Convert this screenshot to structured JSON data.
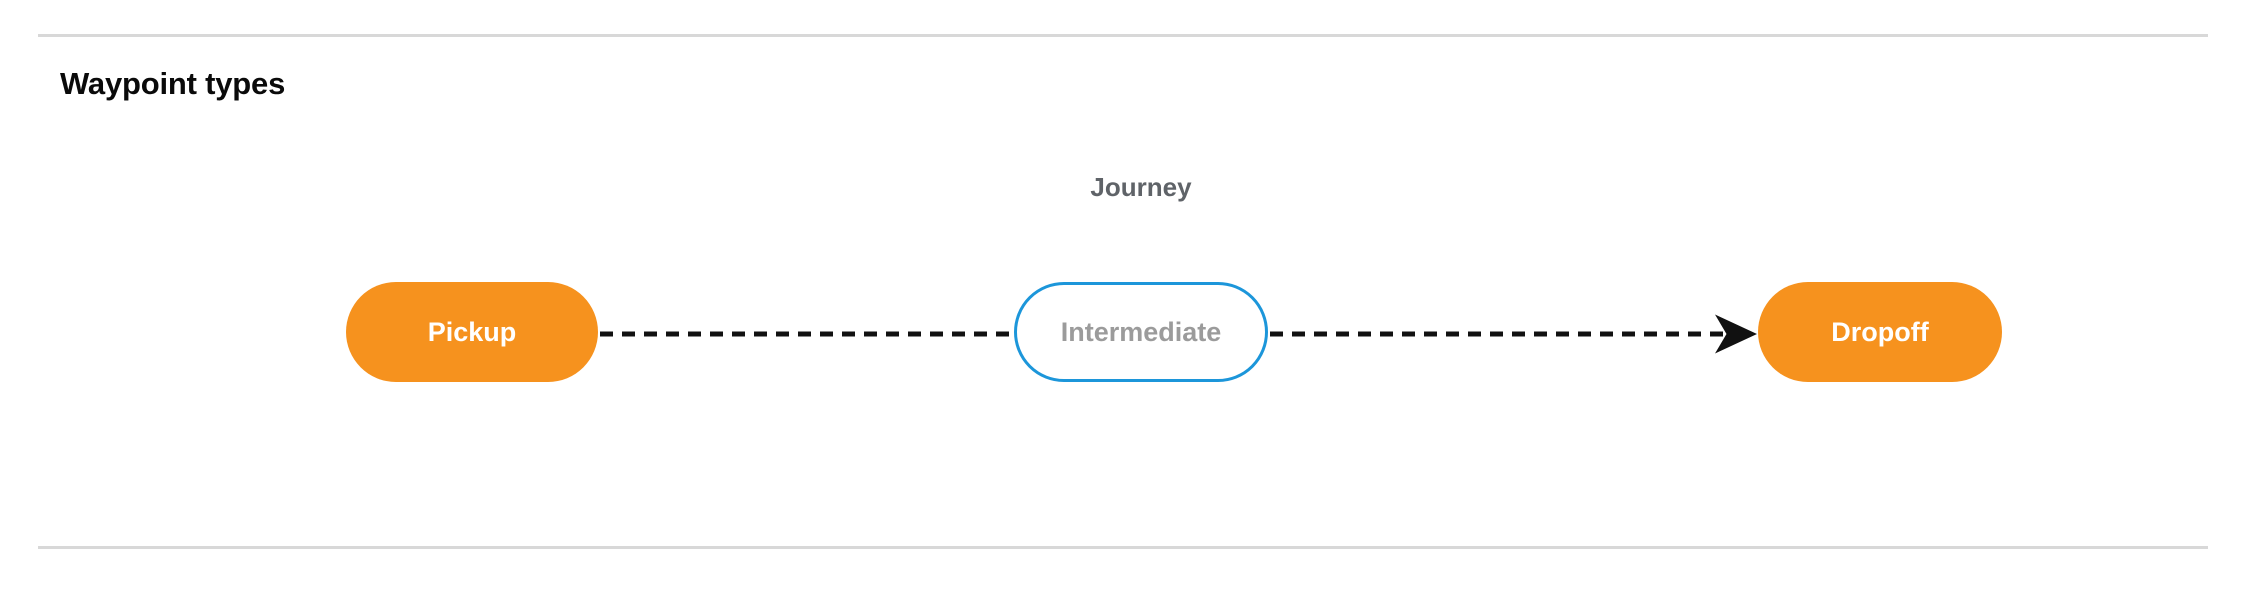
{
  "section": {
    "title": "Waypoint types"
  },
  "diagram": {
    "group_label": "Journey",
    "nodes": [
      {
        "id": "pickup",
        "label": "Pickup",
        "style": "filled-orange",
        "fill": "#f6921e",
        "text_color": "#ffffff"
      },
      {
        "id": "intermediate",
        "label": "Intermediate",
        "style": "outlined-blue",
        "fill": "#ffffff",
        "border_color": "#1c96da",
        "text_color": "#9b9b9b"
      },
      {
        "id": "dropoff",
        "label": "Dropoff",
        "style": "filled-orange",
        "fill": "#f6921e",
        "text_color": "#ffffff"
      }
    ],
    "edges": [
      {
        "from": "pickup",
        "to": "intermediate",
        "style": "dashed",
        "arrowhead": false,
        "color": "#111111"
      },
      {
        "from": "intermediate",
        "to": "dropoff",
        "style": "dashed",
        "arrowhead": true,
        "color": "#111111"
      }
    ]
  },
  "colors": {
    "divider": "#d8d8d8",
    "title": "#0a0a0a",
    "group_label": "#5f6368",
    "accent_orange": "#f6921e",
    "accent_blue": "#1c96da",
    "background": "#ffffff"
  }
}
